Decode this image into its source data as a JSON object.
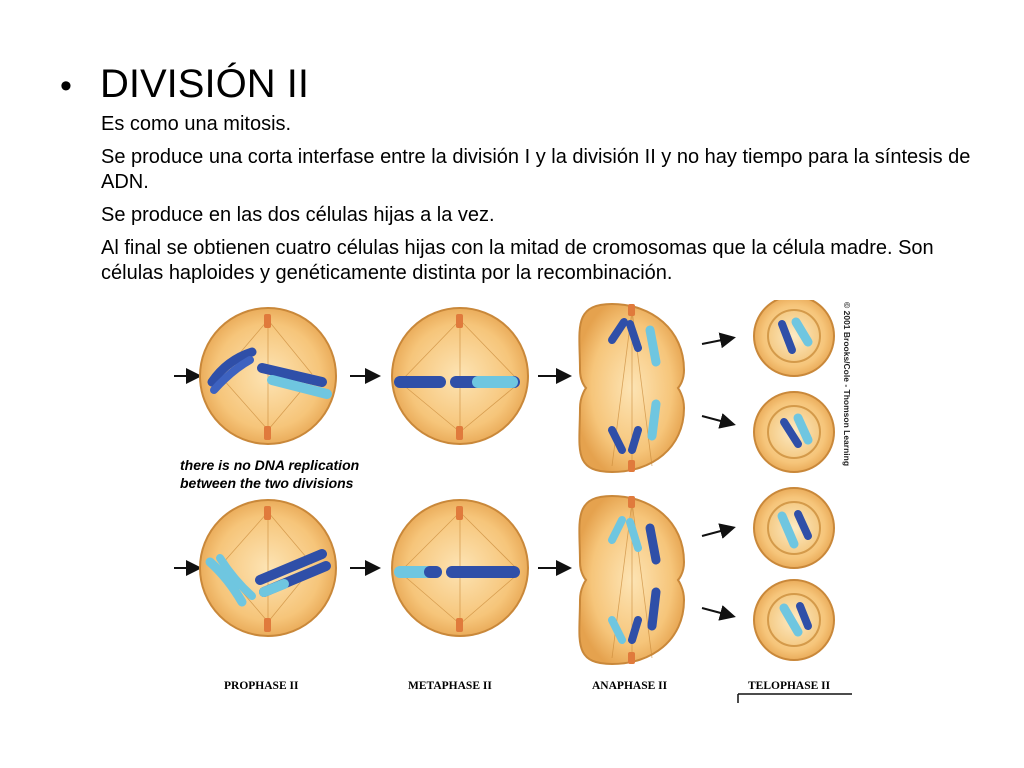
{
  "slide": {
    "title": "DIVISIÓN II",
    "bullet": "•",
    "paragraphs": [
      "Es como una mitosis.",
      "Se produce una corta interfase entre la división I y la división II y no hay tiempo para la síntesis de ADN.",
      "Se produce en las dos células hijas a la vez.",
      "Al final se obtienen cuatro células hijas con la mitad de cromosomas que la célula madre. Son células haploides y genéticamente distinta por la recombinación."
    ]
  },
  "figure": {
    "note_line1": "there is no DNA replication",
    "note_line2": "between the two divisions",
    "credit": "© 2001 Brooks/Cole - Thomson Learning",
    "phase_labels": [
      "PROPHASE II",
      "METAPHASE II",
      "ANAPHASE II",
      "TELOPHASE II"
    ],
    "colors": {
      "cell_fill": "#f6c57a",
      "cell_edge": "#d4913a",
      "chromosome_dark": "#2f4fa8",
      "chromosome_light": "#6fc6e0",
      "centrosome": "#e07a3c"
    }
  }
}
